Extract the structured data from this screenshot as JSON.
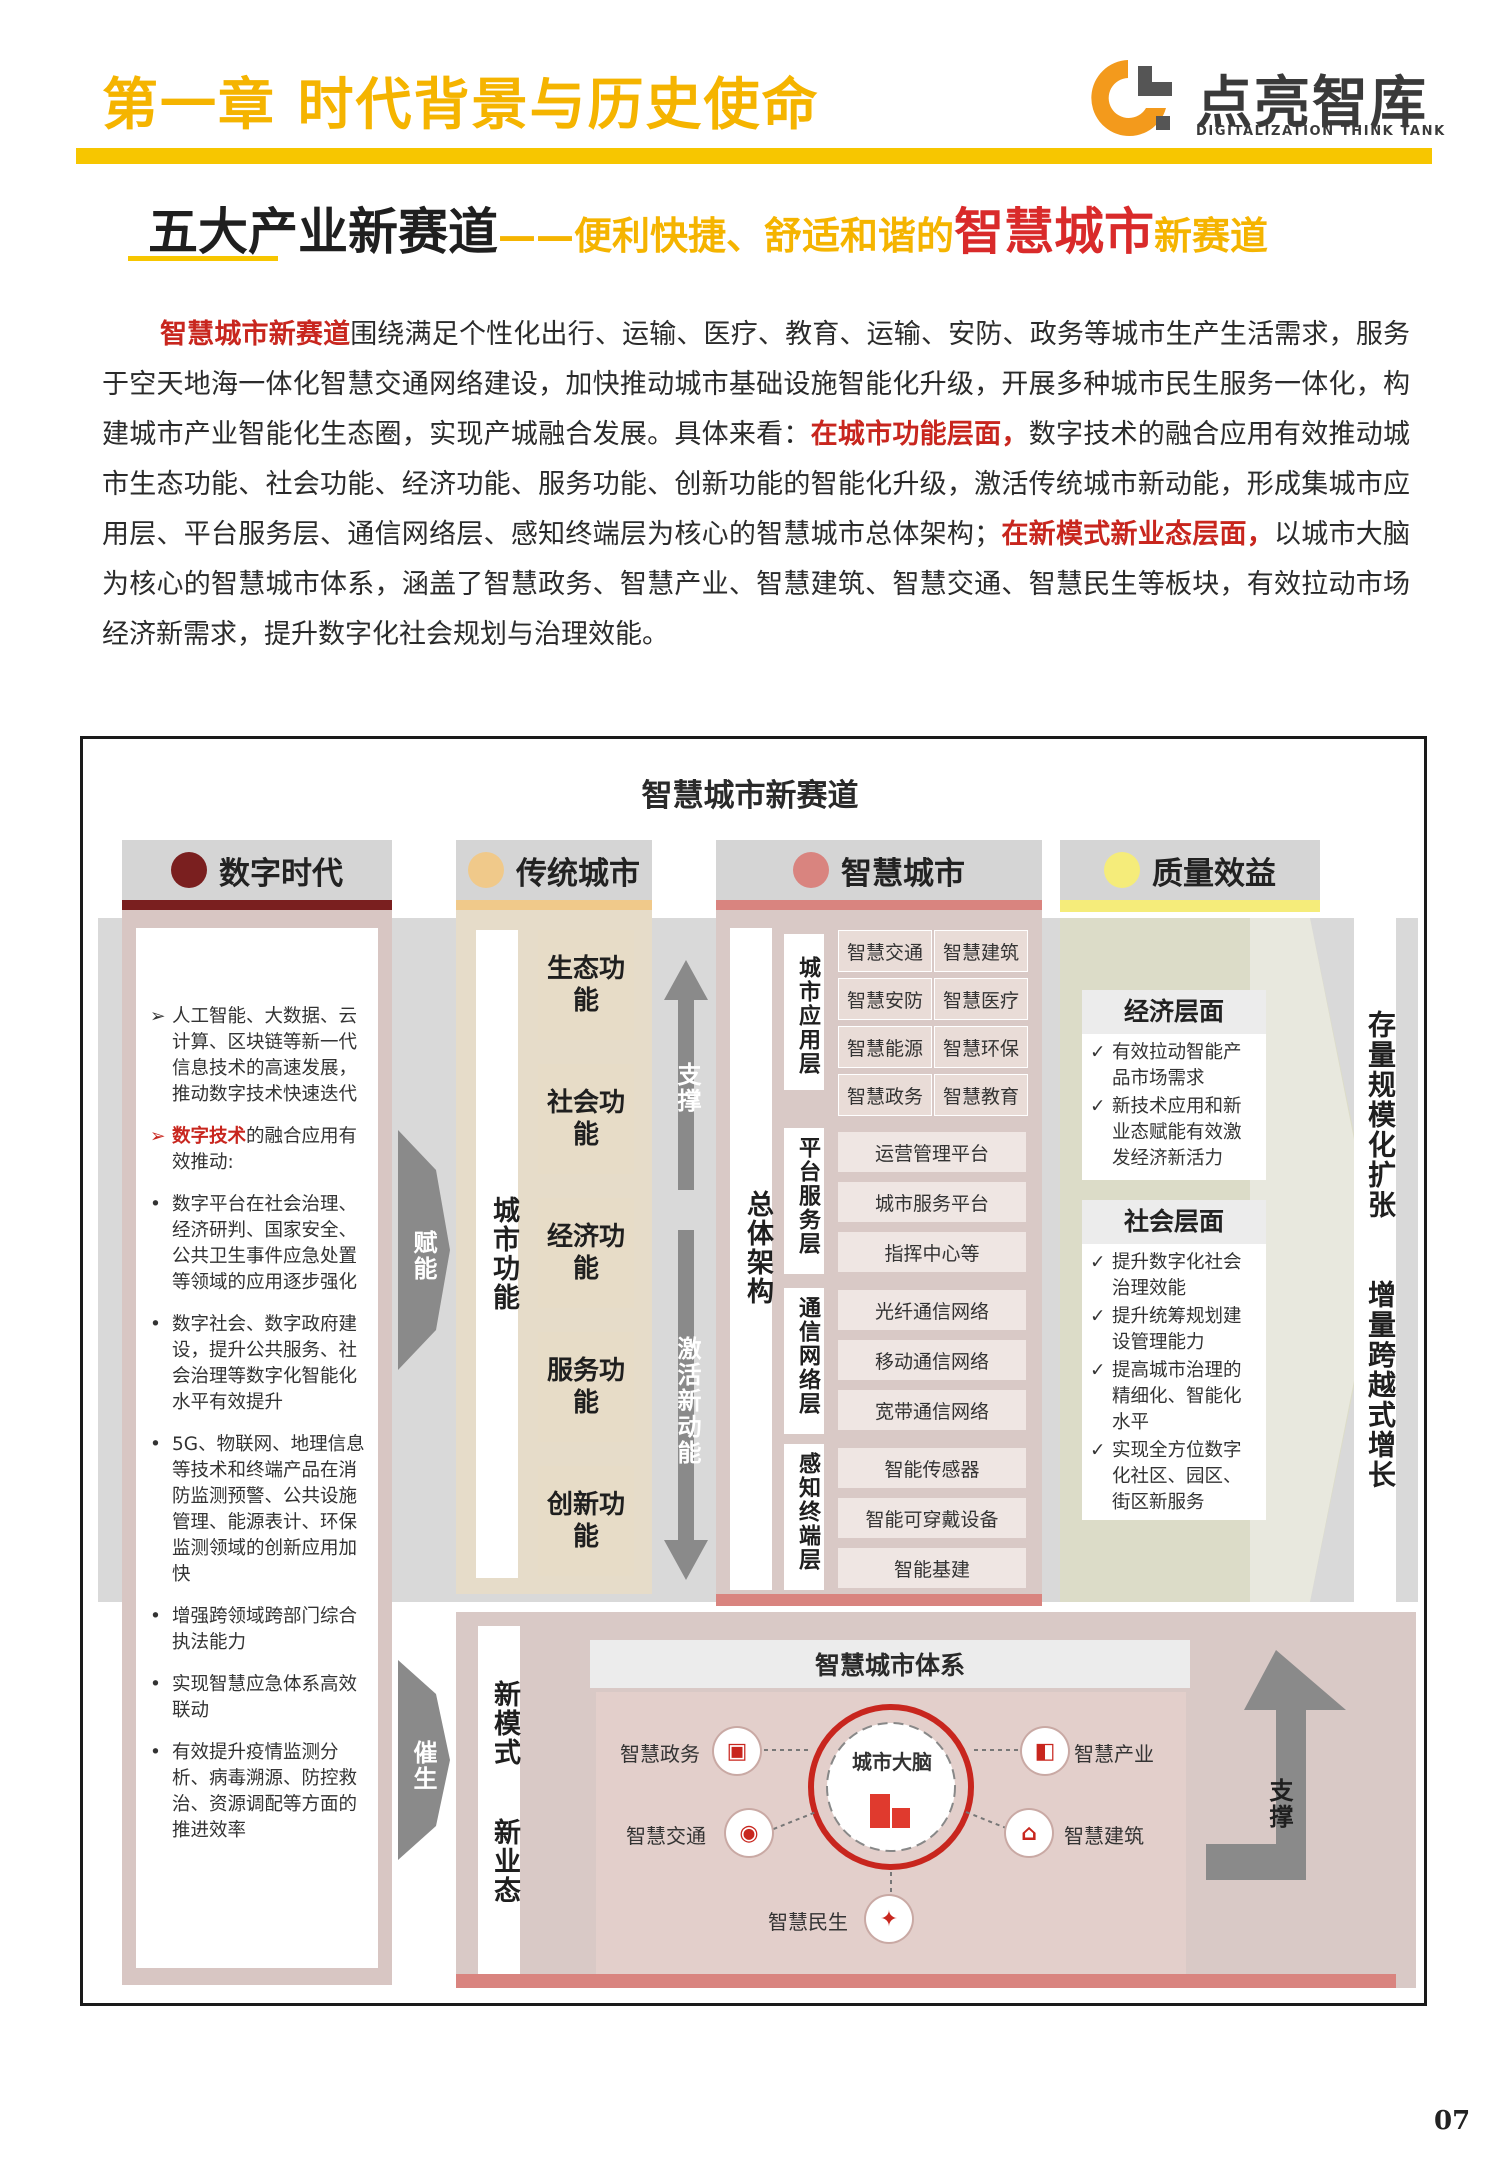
{
  "header": {
    "chapter": "第一章  时代背景与历史使命",
    "logo_cn": "点亮智库",
    "logo_en": "DIGITALIZATION THINK TANK"
  },
  "section": {
    "title_main": "五大产业新赛道",
    "title_dash": "——便利快捷、舒适和谐的",
    "title_red": "智慧城市",
    "title_tail": "新赛道"
  },
  "intro": {
    "p1_red": "智慧城市新赛道",
    "p1": "围绕满足个性化出行、运输、医疗、教育、运输、安防、政务等城市生产生活需求，服务于空天地海一体化智慧交通网络建设，加快推动城市基础设施智能化升级，开展多种城市民生服务一体化，构建城市产业智能化生态圈，实现产城融合发展。具体来看：",
    "p2_red": "在城市功能层面，",
    "p2": "数字技术的融合应用有效推动城市生态功能、社会功能、经济功能、服务功能、创新功能的智能化升级，激活传统城市新动能，形成集城市应用层、平台服务层、通信网络层、感知终端层为核心的智慧城市总体架构；",
    "p3_red": "在新模式新业态层面，",
    "p3": "以城市大脑为核心的智慧城市体系，涵盖了智慧政务、智慧产业、智慧建筑、智慧交通、智慧民生等板块，有效拉动市场经济新需求，提升数字化社会规划与治理效能。"
  },
  "diagram": {
    "title": "智慧城市新赛道",
    "columns": [
      "数字时代",
      "传统城市",
      "智慧城市",
      "质量效益"
    ],
    "col_colors": [
      "#7a1f1f",
      "#f0c98a",
      "#d9847f",
      "#f5ec7a"
    ],
    "digital_items": [
      {
        "mark": "➢",
        "text": "人工智能、大数据、云计算、区块链等新一代信息技术的高速发展，推动数字技术快速迭代"
      },
      {
        "mark": "➢",
        "red": "数字技术",
        "text": "的融合应用有效推动:"
      },
      {
        "mark": "•",
        "text": "数字平台在社会治理、经济研判、国家安全、公共卫生事件应急处置等领域的应用逐步强化"
      },
      {
        "mark": "•",
        "text": "数字社会、数字政府建设，提升公共服务、社会治理等数字化智能化水平有效提升"
      },
      {
        "mark": "•",
        "text": "5G、物联网、地理信息等技术和终端产品在消防监测预警、公共设施管理、能源表计、环保监测领域的创新应用加快"
      },
      {
        "mark": "•",
        "text": "增强跨领域跨部门综合执法能力"
      },
      {
        "mark": "•",
        "text": "实现智慧应急体系高效联动"
      },
      {
        "mark": "•",
        "text": "有效提升疫情监测分析、病毒溯源、防控救治、资源调配等方面的推进效率"
      }
    ],
    "arrow_empower": "赋能",
    "arrow_catalyze": "催生",
    "city_function": "城市功能",
    "functions": [
      "生态功能",
      "社会功能",
      "经济功能",
      "服务功能",
      "创新功能"
    ],
    "support_label": "支撑",
    "activate_label": "激活新动能",
    "overall": "总体架构",
    "layers": [
      {
        "name": "城市应用层",
        "cells": [
          "智慧交通",
          "智慧建筑",
          "智慧安防",
          "智慧医疗",
          "智慧能源",
          "智慧环保",
          "智慧政务",
          "智慧教育"
        ]
      },
      {
        "name": "平台服务层",
        "cells": [
          "运营管理平台",
          "城市服务平台",
          "指挥中心等"
        ]
      },
      {
        "name": "通信网络层",
        "cells": [
          "光纤通信网络",
          "移动通信网络",
          "宽带通信网络"
        ]
      },
      {
        "name": "感知终端层",
        "cells": [
          "智能传感器",
          "智能可穿戴设备",
          "智能基建"
        ]
      }
    ],
    "quality": [
      {
        "title": "经济层面",
        "items": [
          "有效拉动智能产品市场需求",
          "新技术应用和新业态赋能有效激发经济新活力"
        ]
      },
      {
        "title": "社会层面",
        "items": [
          "提升数字化社会治理效能",
          "提升统筹规划建设管理能力",
          "提高城市治理的精细化、智能化水平",
          "实现全方位数字化社区、园区、街区新服务"
        ]
      }
    ],
    "growth": "存量规模化扩张",
    "growth2": "增量跨越式增长",
    "new_mode": "新模式",
    "new_biz": "新业态",
    "system_title": "智慧城市体系",
    "brain": "城市大脑",
    "nodes": [
      "智慧政务",
      "智慧产业",
      "智慧交通",
      "智慧建筑",
      "智慧民生"
    ],
    "support2": "支撑"
  },
  "page_number": "07"
}
